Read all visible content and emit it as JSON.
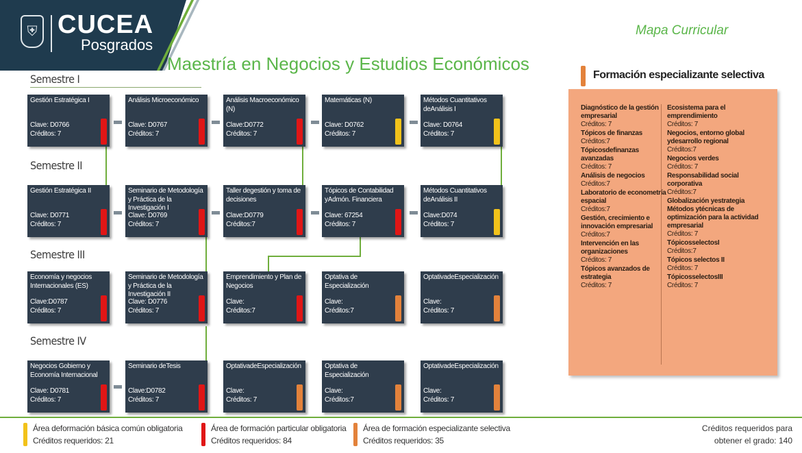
{
  "header": {
    "logo_main": "CUCEA",
    "logo_sub": "Posgrados",
    "program_title": "Maestría en Negocios y Estudios Económicos",
    "map_label": "Mapa Curricular"
  },
  "colors": {
    "header_bg": "#1f3b4e",
    "accent_green": "#5bb64a",
    "course_box": "#2f3d4c",
    "basic_yellow": "#f2c21a",
    "particular_red": "#e01616",
    "selective_orange": "#e3823b",
    "elective_panel": "#f3a77e"
  },
  "semesters": [
    {
      "label": "Semestre I",
      "courses": [
        {
          "name": "Gestión Estratégica I",
          "clave": "Clave: D0766",
          "creditos": "Créditos: 7",
          "area": "red"
        },
        {
          "name": "Análisis Microeconómico",
          "clave": "Clave: D0767",
          "creditos": "Créditos: 7",
          "area": "red"
        },
        {
          "name": "Análisis Macroeconómico (N)",
          "clave": "Clave:D0772",
          "creditos": "Créditos: 7",
          "area": "red"
        },
        {
          "name": "Matemáticas (N)",
          "clave": "Clave: D0762",
          "creditos": "Créditos: 7",
          "area": "yellow"
        },
        {
          "name": "Métodos Cuantitativos deAnálisis I",
          "clave": "Clave: D0764",
          "creditos": "Créditos: 7",
          "area": "yellow"
        }
      ]
    },
    {
      "label": "Semestre II",
      "courses": [
        {
          "name": "Gestión Estratégica II",
          "clave": "Clave: D0771",
          "creditos": "Créditos: 7",
          "area": "red"
        },
        {
          "name": "Seminario de Metodología y Práctica de la Investigación I",
          "clave": "Clave: D0769",
          "creditos": "Créditos: 7",
          "area": "red"
        },
        {
          "name": "Taller degestión y toma de decisiones",
          "clave": "Clave:D0779",
          "creditos": "Créditos:7",
          "area": "red"
        },
        {
          "name": "Tópicos de Contabilidad yAdmón. Financiera",
          "clave": "Clave: 67254",
          "creditos": "Créditos: 7",
          "area": "red"
        },
        {
          "name": "Métodos Cuantitativos deAnálisis II",
          "clave": "Clave:D074",
          "creditos": "Créditos: 7",
          "area": "yellow"
        }
      ]
    },
    {
      "label": "Semestre III",
      "courses": [
        {
          "name": "Economía y negocios Internacionales (ES)",
          "clave": "Clave:D0787",
          "creditos": "Créditos: 7",
          "area": "red"
        },
        {
          "name": "Seminario de Metodología y Práctica de la Investigación II",
          "clave": "Clave: D0776",
          "creditos": "Créditos: 7",
          "area": "red"
        },
        {
          "name": "Emprendimiento y Plan de Negocios",
          "clave": "Clave:",
          "creditos": "Créditos:7",
          "area": "red"
        },
        {
          "name": "Optativa de Especialización",
          "clave": "Clave:",
          "creditos": "Créditos:7",
          "area": "orange"
        },
        {
          "name": "OptativadeEspecialización",
          "clave": "Clave:",
          "creditos": "Créditos: 7",
          "area": "orange"
        }
      ]
    },
    {
      "label": "Semestre IV",
      "courses": [
        {
          "name": "Negocios Gobierno y Economía Internacional",
          "clave": "Clave: D0781",
          "creditos": "Créditos: 7",
          "area": "red"
        },
        {
          "name": "Seminario deTesis",
          "clave": "Clave:D0782",
          "creditos": "Créditos: 7",
          "area": "red"
        },
        {
          "name": "OptativadeEspecialización",
          "clave": "Clave:",
          "creditos": "Créditos: 7",
          "area": "orange"
        },
        {
          "name": "Optativa de Especialización",
          "clave": "Clave:",
          "creditos": "Créditos:7",
          "area": "orange"
        },
        {
          "name": "OptativadeEspecialización",
          "clave": "Clave:",
          "creditos": "Créditos: 7",
          "area": "orange"
        }
      ]
    }
  ],
  "electives": {
    "title": "Formación especializante selectiva",
    "left": [
      {
        "name": "Diagnóstico de la gestión empresarial",
        "creditos": "Créditos: 7"
      },
      {
        "name": "Tópicos de finanzas",
        "creditos": "Créditos:7"
      },
      {
        "name": "Tópicosdefinanzas avanzadas",
        "creditos": "Créditos: 7"
      },
      {
        "name": "Análisis de negocios",
        "creditos": "Créditos:7"
      },
      {
        "name": "Laboratorio de econometría espacial",
        "creditos": "Créditos:7"
      },
      {
        "name": "Gestión, crecimiento e innovación empresarial",
        "creditos": "Créditos:7"
      },
      {
        "name": "Intervención en las organizaciones",
        "creditos": "Créditos: 7"
      },
      {
        "name": "Tópicos avanzados de estrategia",
        "creditos": "Créditos: 7"
      }
    ],
    "right": [
      {
        "name": "Ecosistema para el emprendimiento",
        "creditos": "Créditos: 7"
      },
      {
        "name": "Negocios, entorno global ydesarrollo regional",
        "creditos": "Créditos:7"
      },
      {
        "name": "Negocios verdes",
        "creditos": "Créditos: 7"
      },
      {
        "name": "Responsabilidad social corporativa",
        "creditos": "Créditos:7"
      },
      {
        "name": "Globalización yestrategia",
        "creditos": ""
      },
      {
        "name": "Métodos ytécnicas de optimización para la actividad empresarial",
        "creditos": "Créditos: 7"
      },
      {
        "name": "TópicosselectosI",
        "creditos": "Créditos:7"
      },
      {
        "name": "Tópicos selectos II",
        "creditos": "Créditos: 7"
      },
      {
        "name": "TópicosselectosIII",
        "creditos": "Créditos: 7"
      }
    ]
  },
  "footer": {
    "basic_label": "Área deformación básica común obligatoria",
    "basic_credits": "Créditos requeridos: 21",
    "particular_label": "Área de formación particular obligatoria",
    "particular_credits": "Créditos requeridos: 84",
    "selective_label": "Área de formación especializante selectiva",
    "selective_credits": "Créditos requeridos: 35",
    "total_line1": "Créditos requeridos para",
    "total_line2": "obtener el grado: 140"
  }
}
